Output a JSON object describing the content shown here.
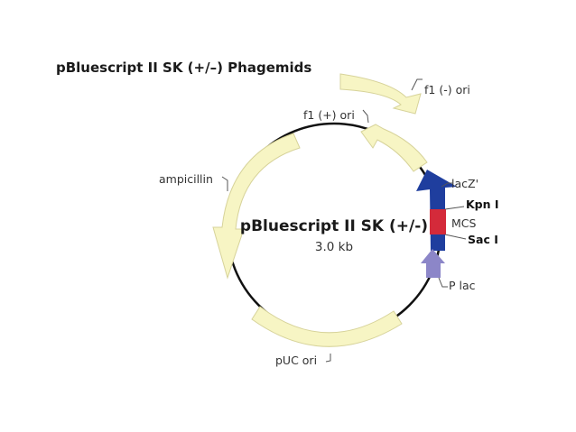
{
  "title": "pBluescript II SK (+/–) Phagemids",
  "plasmid": {
    "name": "pBluescript II SK (+/-)",
    "size": "3.0 kb"
  },
  "labels": {
    "f1_minus": "f1 (-) ori",
    "f1_plus": "f1 (+) ori",
    "ampicillin": "ampicillin",
    "lacz": "lacZ'",
    "kpn": "Kpn I",
    "mcs": "MCS",
    "sac": "Sac I",
    "plac": "P lac",
    "puc": "pUC ori"
  },
  "colors": {
    "feature_fill": "#f7f5c4",
    "lacz": "#1f3e9e",
    "mcs": "#d42a3a",
    "plac": "#8c86c8",
    "backbone": "#111111"
  }
}
